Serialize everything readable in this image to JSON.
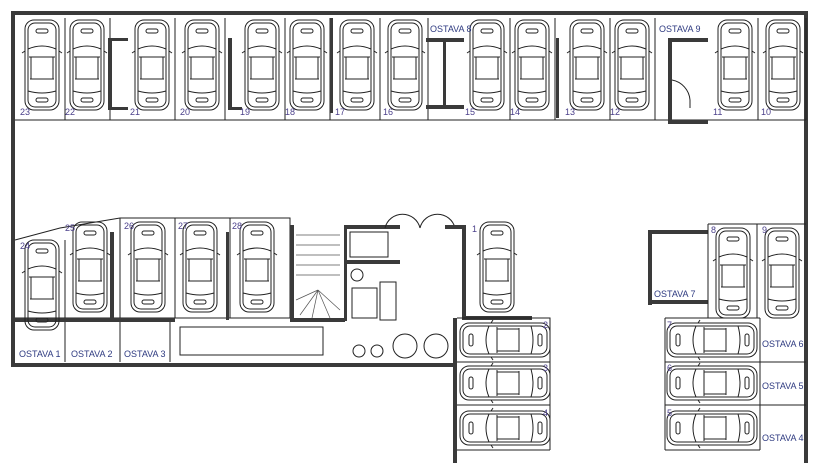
{
  "plan": {
    "top_row_spots": [
      "23",
      "22",
      "21",
      "20",
      "19",
      "18",
      "17",
      "16",
      "15",
      "14",
      "13",
      "12",
      "11",
      "10"
    ],
    "lower_left_spots": [
      "24",
      "25",
      "26",
      "27",
      "28"
    ],
    "center_spot": "1",
    "right_vertical_spots": [
      "8",
      "9"
    ],
    "horizontal_left_spots": [
      "2",
      "3",
      "4"
    ],
    "horizontal_right_spots": [
      "7",
      "6",
      "5"
    ],
    "storage_rooms": {
      "ostava1": "OSTAVA 1",
      "ostava2": "OSTAVA 2",
      "ostava3": "OSTAVA 3",
      "ostava4": "OSTAVA 4",
      "ostava5": "OSTAVA 5",
      "ostava6": "OSTAVA 6",
      "ostava7": "OSTAVA 7",
      "ostava8": "OSTAVA 8",
      "ostava9": "OSTAVA 9"
    },
    "colors": {
      "wall": "#3a3a3a",
      "label": "#2e3a80",
      "number": "#4a3f8a"
    }
  }
}
